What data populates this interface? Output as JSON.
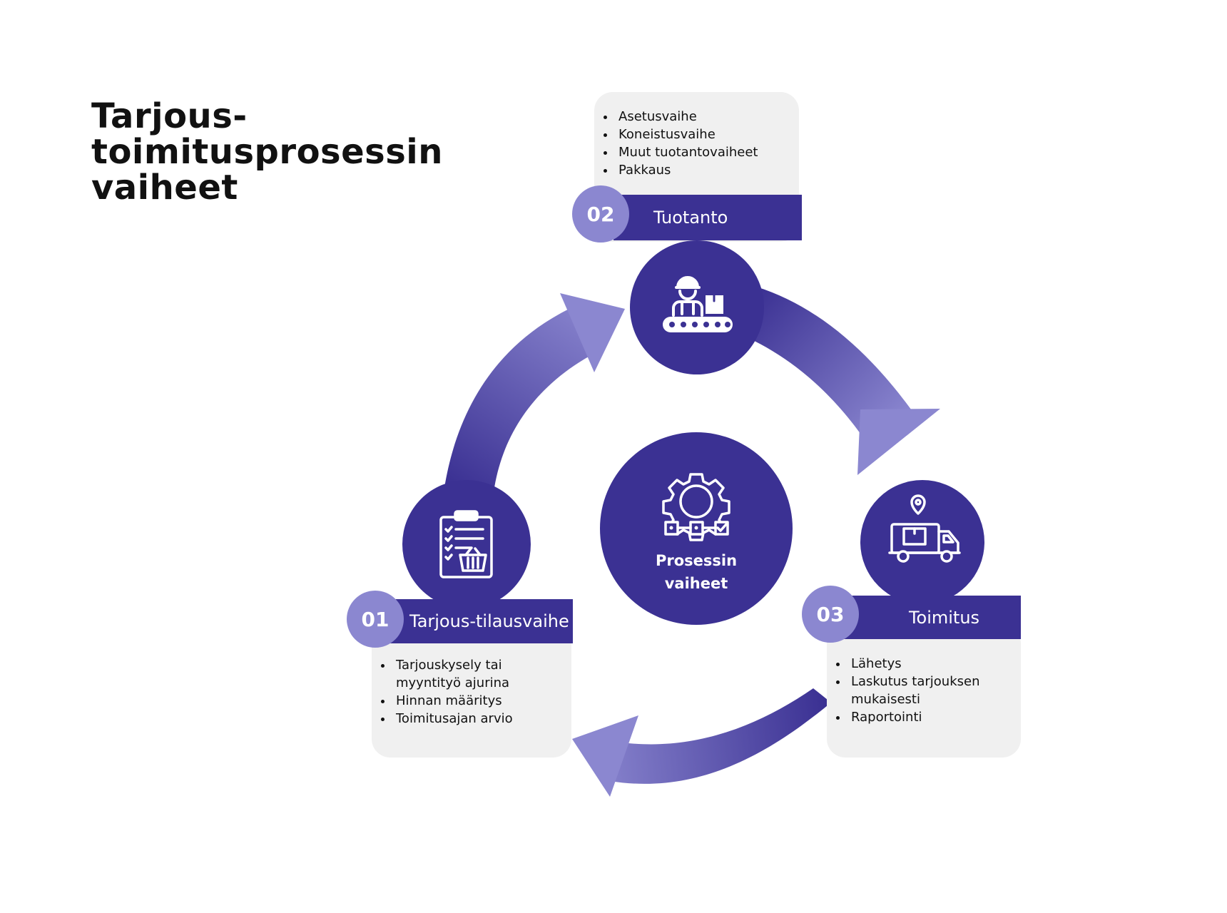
{
  "title_lines": [
    "Tarjous-",
    "toimitusprosessin",
    "vaiheet"
  ],
  "center": {
    "lines": [
      "Prosessin",
      "vaiheet"
    ]
  },
  "stages": [
    {
      "number": "01",
      "title": "Tarjous-tilausvaihe",
      "items": [
        "Tarjouskysely tai myyntityö ajurina",
        "Hinnan määritys",
        "Toimitusajan arvio"
      ]
    },
    {
      "number": "02",
      "title": "Tuotanto",
      "items": [
        "Asetusvaihe",
        "Koneistusvaihe",
        "Muut tuotantovaiheet",
        "Pakkaus"
      ]
    },
    {
      "number": "03",
      "title": "Toimitus",
      "items": [
        "Lähetys",
        "Laskutus tarjouksen mukaisesti",
        "Raportointi"
      ]
    }
  ],
  "icons": {
    "stage_01": "clipboard-basket-icon",
    "stage_02": "worker-conveyor-icon",
    "stage_03": "delivery-truck-icon",
    "center": "gear-process-icon"
  },
  "colors": {
    "primary": "#3b3193",
    "accent": "#8b87d0",
    "card": "#f0f0f0",
    "text": "#111111"
  }
}
